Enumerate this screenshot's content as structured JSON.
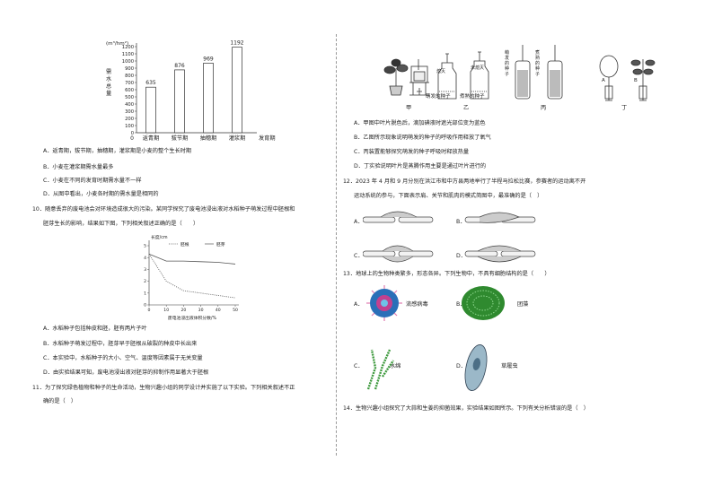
{
  "chart_data": [
    {
      "type": "bar",
      "ylabel_unit": "(m³/hm²)",
      "ylabel": "需水总量",
      "xlabel": "发育期",
      "categories": [
        "返青期",
        "拔节期",
        "抽穗期",
        "灌浆期"
      ],
      "values": [
        635,
        876,
        969,
        1192
      ],
      "yticks": [
        0,
        100,
        200,
        300,
        400,
        500,
        600,
        700,
        800,
        900,
        1000,
        1100,
        1200
      ],
      "ylim": [
        0,
        1200
      ]
    },
    {
      "type": "line",
      "ylabel": "长度/cm",
      "xlabel": "废电池浸出液体积分数/%",
      "xticks": [
        0,
        10,
        20,
        30,
        40,
        50
      ],
      "yticks": [
        0,
        1,
        2,
        3,
        4,
        5
      ],
      "xlim": [
        0,
        50
      ],
      "ylim": [
        0,
        5
      ],
      "series": [
        {
          "name": "胚根",
          "style": "dotted",
          "x": [
            0,
            10,
            20,
            30,
            40,
            50
          ],
          "y": [
            4.3,
            2.0,
            1.2,
            1.0,
            0.8,
            0.6
          ]
        },
        {
          "name": "胚芽",
          "style": "solid",
          "x": [
            0,
            10,
            20,
            30,
            40,
            50
          ],
          "y": [
            4.3,
            3.7,
            3.7,
            3.65,
            3.6,
            3.45
          ]
        }
      ]
    }
  ],
  "left": {
    "q9_options": [
      "A．返青期，拔节期，抽穗期，灌浆期是小麦的整个生长时期",
      "B．小麦在灌浆期需水量最多",
      "C．小麦在不同的发育时期需水量不一样",
      "D．从图中看出，小麦各时期的需水量是相同的"
    ],
    "q10_stem_1": "10．随意丢弃的废电池会对环境造成很大的污染。某同学探究了废电池浸出液对水稻种子萌发过程中胚根和",
    "q10_stem_2": "胚芽生长的影响，结果如下图，下列相关叙述正确的是（　　）",
    "q10_options": [
      "A．水稻种子包括种皮和胚，胚有两片子叶",
      "B．水稻种子萌发过程中，胚芽早于胚根从破裂的种皮中长出来",
      "C．本实验中，水稻种子的大小、空气、温度等因素属于无关变量",
      "D．由实验结果可知，废电池浸出液对胚芽的抑制作用显著大于胚根"
    ],
    "q11_stem_1": "11．为了探究绿色植物和种子的生命活动，生物兴趣小组的同学设计并实施了以下实验。下列相关叙述不正",
    "q11_stem_2": "确的是（　）"
  },
  "right": {
    "fig11_labels": {
      "jia": "甲",
      "yi": "乙",
      "bing": "丙",
      "ding": "丁",
      "seed_sprout": "萌发的种子",
      "seed_boiled": "煮熟的种子",
      "fire_out": "熄灭",
      "fire_not_out": "未熄灭",
      "bing_left": "萌发的种子",
      "bing_right": "煮熟的种子",
      "ding_a": "A",
      "ding_b": "B"
    },
    "q11_options": [
      "A．甲图中叶片脱色后，滴加碘液时遮光部位变为蓝色",
      "B．乙图所示现象说明萌发的种子的呼吸作用释放了氧气",
      "C．丙装置能够探究萌发的种子呼吸时释放热量",
      "D．丁实验说明叶片是蒸腾作用主要是通过叶片进行的"
    ],
    "q12_stem_1": "12．2023 年 4 月和 9 月分别在洪江市和中方县两地举行了半程马拉松比赛，参赛者的运动离不开",
    "q12_stem_2": "运动系统的参与，下面表示肩、关节和肌肉的模式简图中，最准确的是（　）",
    "q12_labels": [
      "A．",
      "B．",
      "C．",
      "D．"
    ],
    "q13_stem": "13．地球上的生物种类繁多，形态各异。下列生物中，不具有细胞结构的是（　　）",
    "q13_items": [
      {
        "letter": "A．",
        "name": "流感病毒"
      },
      {
        "letter": "B．",
        "name": "团藻"
      },
      {
        "letter": "C．",
        "name": "水绵"
      },
      {
        "letter": "D．",
        "name": "草履虫"
      }
    ],
    "q14_stem": "14．生物兴趣小组探究了大蒜和生姜的抑菌效果，实验结果如图所示。下列有关分析错误的是（　）"
  }
}
